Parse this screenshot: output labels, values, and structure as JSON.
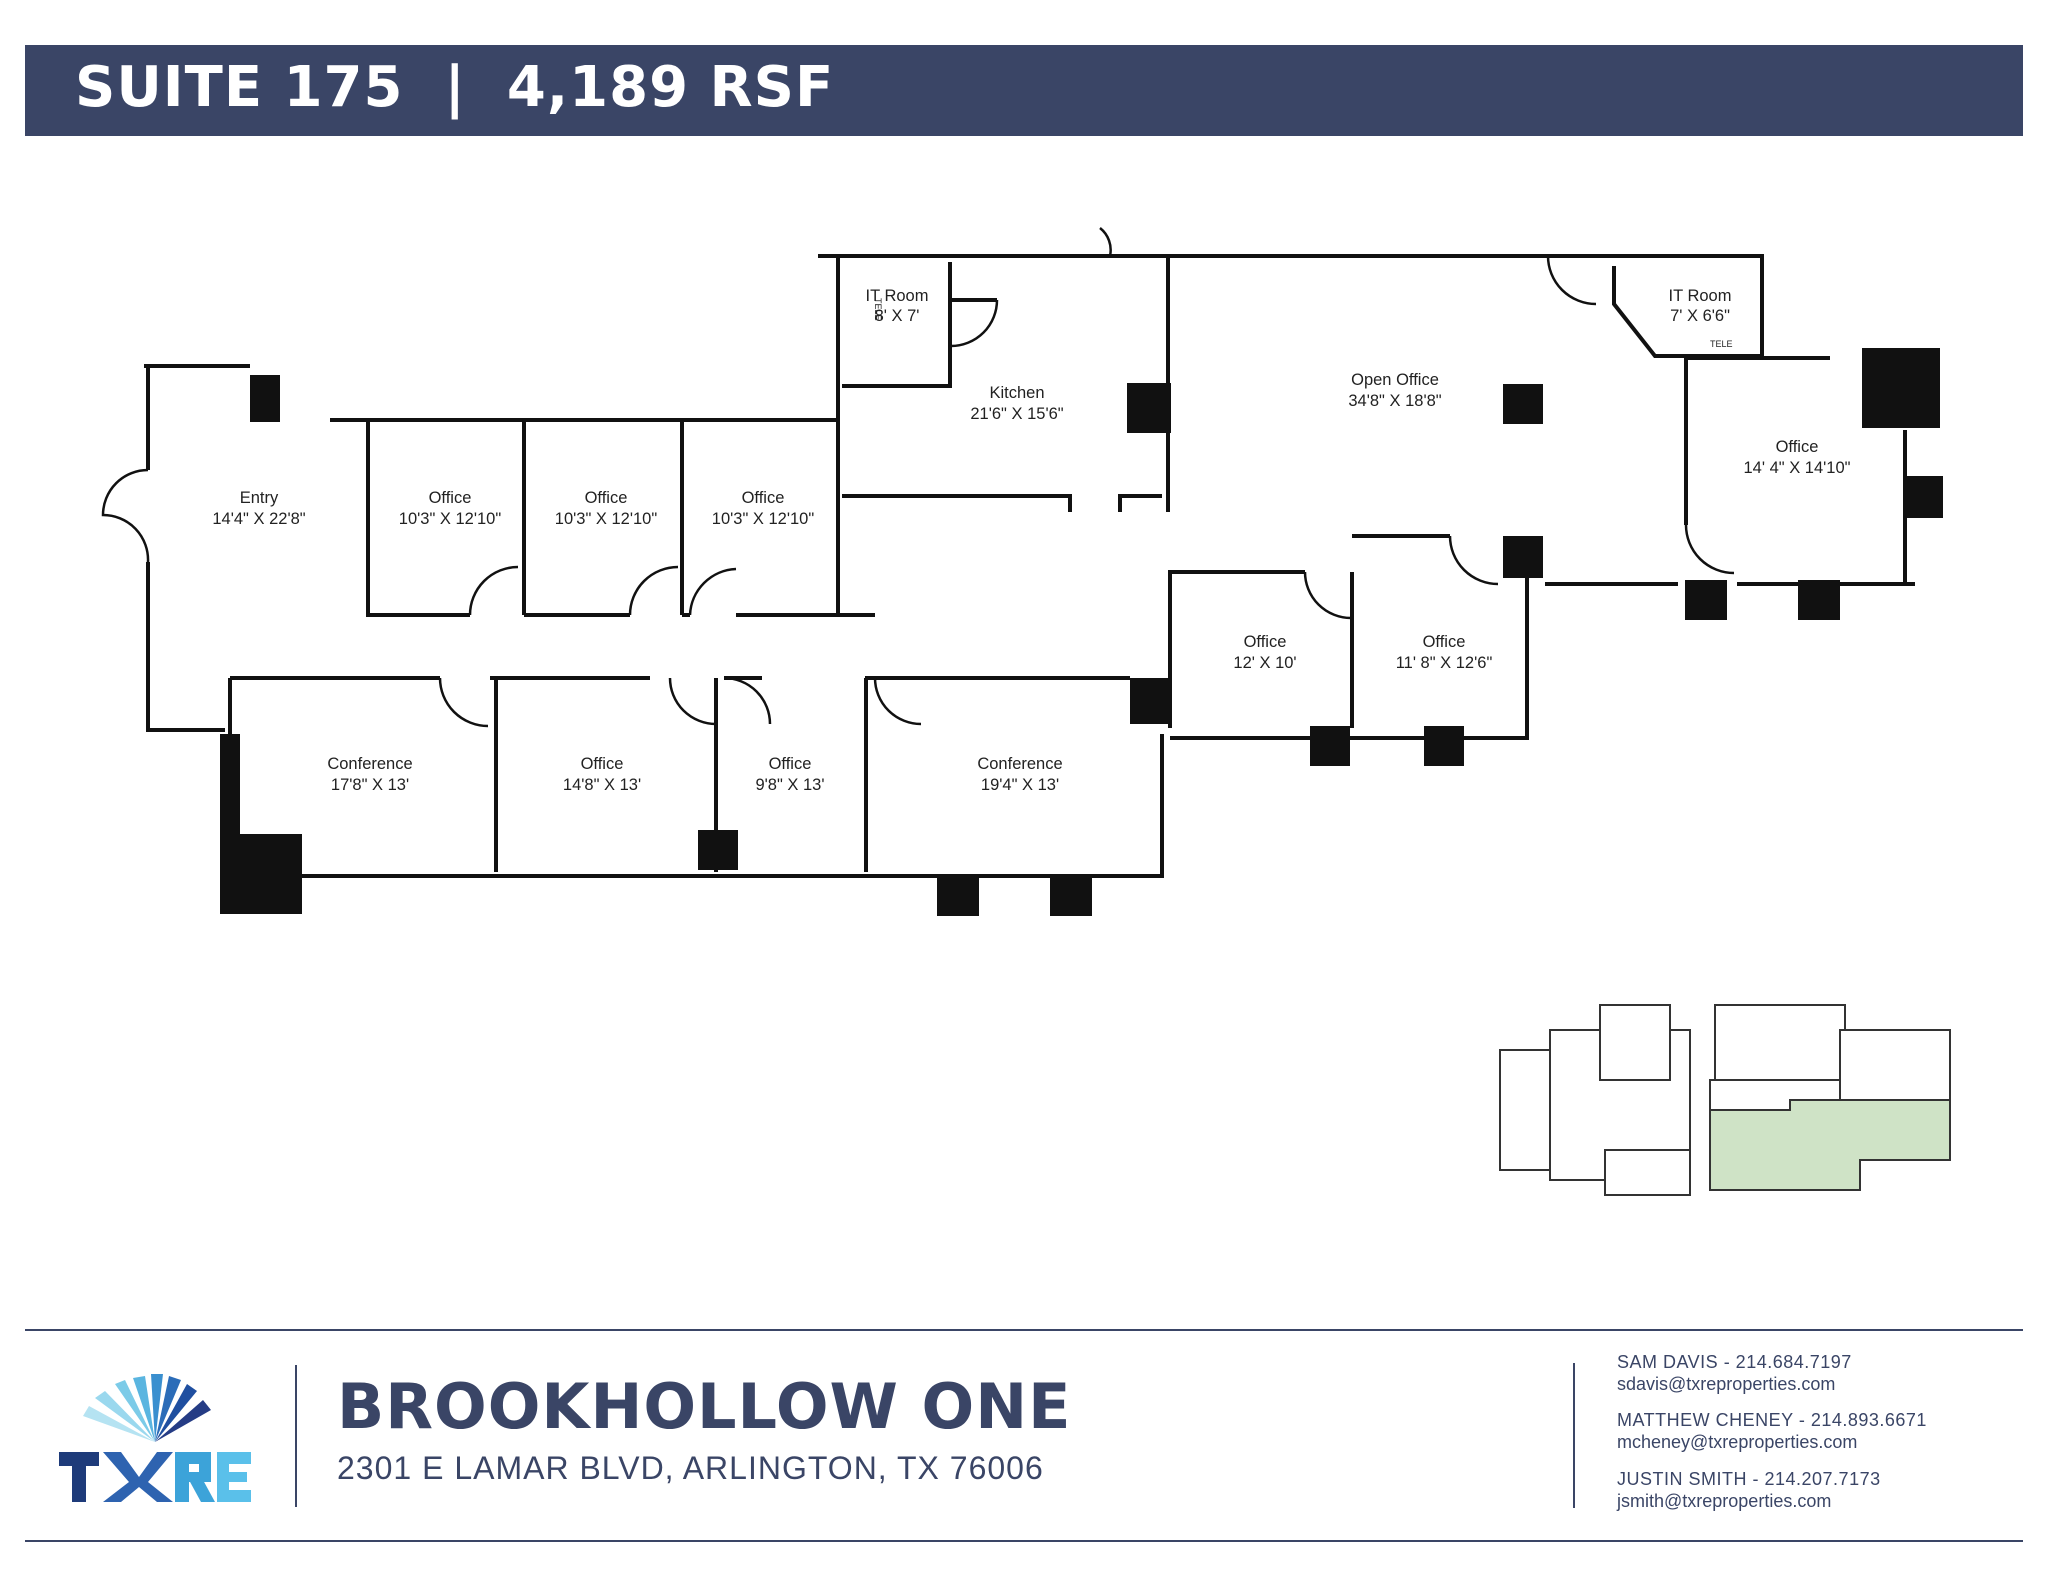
{
  "header": {
    "title": "SUITE 175  |  4,189 RSF",
    "color": "#3a4566"
  },
  "rooms": [
    {
      "name": "IT Room",
      "size": "8' X 7'"
    },
    {
      "name": "Kitchen",
      "size": "21'6\" X 15'6\""
    },
    {
      "name": "Open Office",
      "size": "34'8\" X 18'8\""
    },
    {
      "name": "IT Room",
      "size": "7' X 6'6\""
    },
    {
      "name": "Office",
      "size": "14' 4\" X 14'10\""
    },
    {
      "name": "Entry",
      "size": "14'4\" X 22'8\""
    },
    {
      "name": "Office",
      "size": "10'3\" X 12'10\""
    },
    {
      "name": "Office",
      "size": "10'3\" X 12'10\""
    },
    {
      "name": "Office",
      "size": "10'3\" X 12'10\""
    },
    {
      "name": "Office",
      "size": "12' X 10'"
    },
    {
      "name": "Office",
      "size": "11' 8\" X 12'6\""
    },
    {
      "name": "Conference",
      "size": "17'8\" X 13'"
    },
    {
      "name": "Office",
      "size": "14'8\" X 13'"
    },
    {
      "name": "Office",
      "size": "9'8\" X 13'"
    },
    {
      "name": "Conference",
      "size": "19'4\" X 13'"
    }
  ],
  "tele_labels": [
    "TELE",
    "TELE"
  ],
  "keyplan": {
    "highlight_color": "#cfe3c6"
  },
  "footer": {
    "property_name": "BROOKHOLLOW ONE",
    "address": "2301 E LAMAR BLVD, ARLINGTON, TX 76006",
    "logo_text": "TXRE",
    "contacts": [
      {
        "name_phone": "SAM DAVIS - 214.684.7197",
        "email": "sdavis@txreproperties.com"
      },
      {
        "name_phone": "MATTHEW CHENEY - 214.893.6671",
        "email": "mcheney@txreproperties.com"
      },
      {
        "name_phone": "JUSTIN SMITH - 214.207.7173",
        "email": "jsmith@txreproperties.com"
      }
    ]
  }
}
